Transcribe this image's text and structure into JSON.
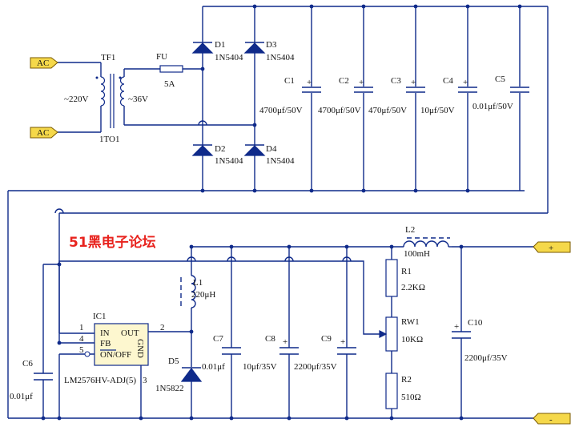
{
  "watermark": "51黑电子论坛",
  "labels": {
    "tf1": "TF1",
    "tf1_model": "1TO1",
    "v220": "~220V",
    "v36": "~36V",
    "fu": "FU",
    "fu_rating": "5A",
    "d1": "D1",
    "d1_part": "1N5404",
    "d2": "D2",
    "d2_part": "1N5404",
    "d3": "D3",
    "d3_part": "1N5404",
    "d4": "D4",
    "d4_part": "1N5404",
    "c1": "C1",
    "c1_val": "4700μf/50V",
    "c2": "C2",
    "c2_val": "4700μf/50V",
    "c3": "C3",
    "c3_val": "470μf/50V",
    "c4": "C4",
    "c4_val": "10μf/50V",
    "c5": "C5",
    "c5_val": "0.01μf/50V",
    "l2": "L2",
    "l2_val": "100mH",
    "l1": "L1",
    "l1_val": "220μH",
    "r1": "R1",
    "r1_val": "2.2KΩ",
    "rw1": "RW1",
    "rw1_val": "10KΩ",
    "r2": "R2",
    "r2_val": "510Ω",
    "ic1": "IC1",
    "ic1_part": "LM2576HV-ADJ(5)",
    "pin1": "1",
    "pin2": "2",
    "pin4": "4",
    "pin5": "5",
    "pin3": "3",
    "in": "IN",
    "out": "OUT",
    "fb": "FB",
    "onoff": "ON/OFF",
    "gnd": "GND",
    "c6": "C6",
    "c6_val": "0.01μf",
    "c7": "C7",
    "c7_val": "0.01μf",
    "c8": "C8",
    "c8_val": "10μf/35V",
    "c9": "C9",
    "c9_val": "2200μf/35V",
    "c10": "C10",
    "c10_val": "2200μf/35V",
    "d5": "D5",
    "d5_part": "1N5822",
    "ac_top": "AC",
    "ac_bottom": "AC",
    "out_plus": "+",
    "out_minus": "-",
    "plus": "+"
  }
}
